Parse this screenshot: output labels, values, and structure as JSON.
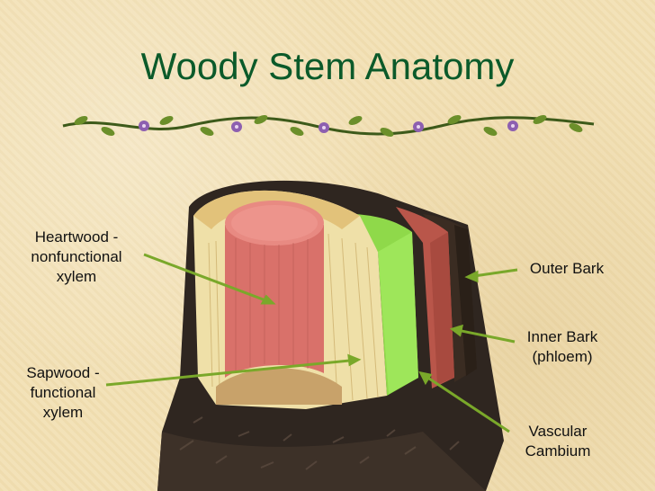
{
  "title": "Woody Stem Anatomy",
  "labels": {
    "heartwood": [
      "Heartwood -",
      "nonfunctional",
      "xylem"
    ],
    "sapwood": [
      "Sapwood -",
      "functional",
      "xylem"
    ],
    "outer_bark": [
      "Outer Bark"
    ],
    "inner_bark": [
      "Inner Bark",
      "(phloem)"
    ],
    "vascular_cambium": [
      "Vascular",
      "Cambium"
    ]
  },
  "colors": {
    "title": "#0b5a2a",
    "pointer": "#7aa82a",
    "heartwood": "#d9716a",
    "sapwood": "#efe0a8",
    "cambium": "#8fd94a",
    "inner_bark": "#b9564a",
    "outer_bark": "#3a2c22"
  }
}
